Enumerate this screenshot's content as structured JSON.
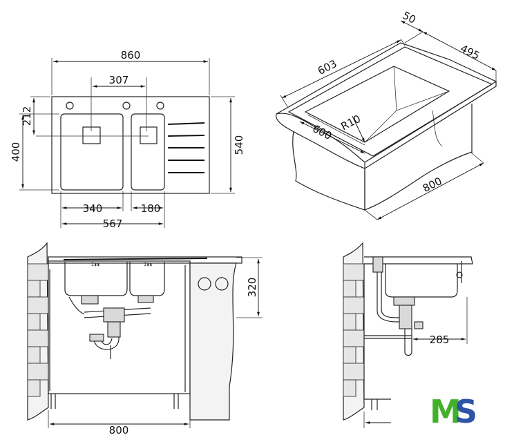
{
  "dimensions": {
    "top_width": "860",
    "bowl_centers": "307",
    "height_212": "212",
    "height_400": "400",
    "depth_540": "540",
    "bowl_340": "340",
    "bowl_180": "180",
    "bowls_567": "567",
    "iso_50": "50",
    "iso_495": "495",
    "iso_603": "603",
    "iso_r10": "R10",
    "iso_600": "600",
    "iso_800": "800",
    "front_320": "320",
    "front_800": "800",
    "side_285": "285"
  },
  "logo": {
    "m": "M",
    "s": "S"
  }
}
